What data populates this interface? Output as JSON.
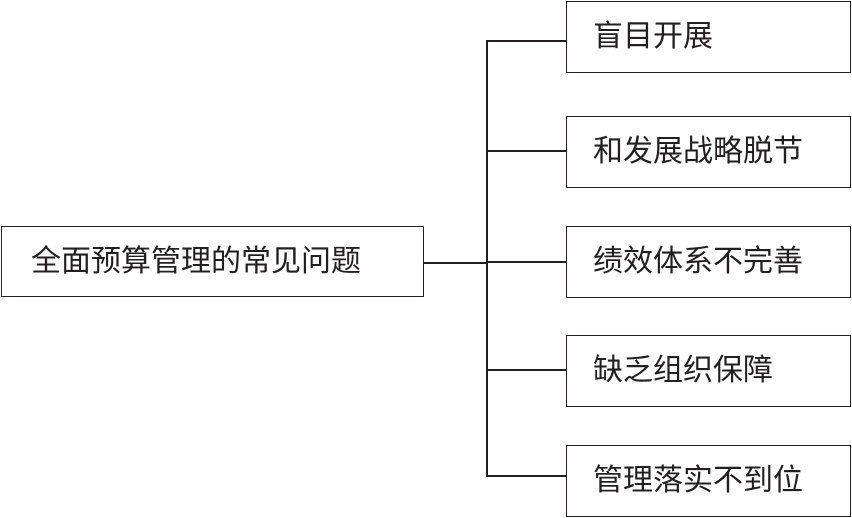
{
  "diagram": {
    "root": {
      "label": "全面预算管理的常见问题"
    },
    "items": [
      {
        "label": "盲目开展"
      },
      {
        "label": "和发展战略脱节"
      },
      {
        "label": "绩效体系不完善"
      },
      {
        "label": "缺乏组织保障"
      },
      {
        "label": "管理落实不到位"
      }
    ]
  }
}
